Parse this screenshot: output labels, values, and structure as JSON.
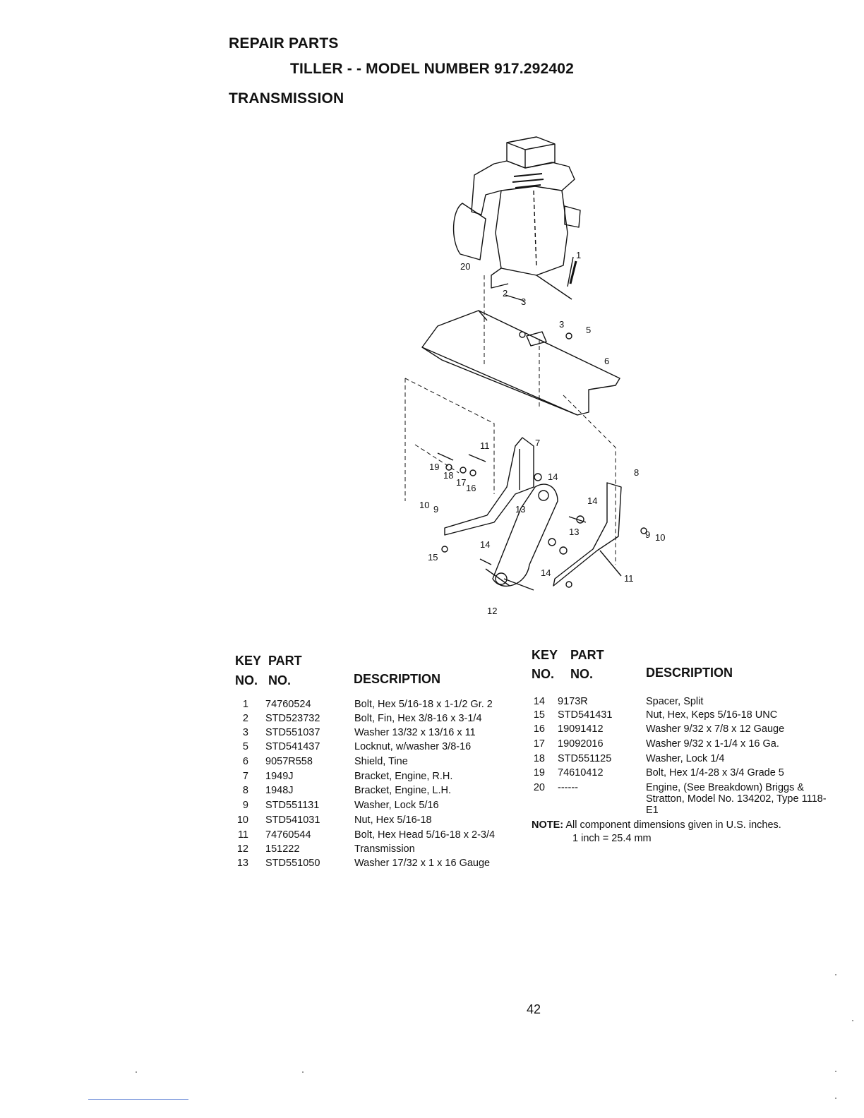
{
  "header": {
    "line1": "REPAIR PARTS",
    "line2": "TILLER - - MODEL NUMBER 917.292402",
    "line3": "TRANSMISSION"
  },
  "diagram_callouts": [
    "1",
    "2",
    "3",
    "3",
    "5",
    "6",
    "7",
    "8",
    "9",
    "10",
    "9",
    "10",
    "11",
    "11",
    "12",
    "13",
    "13",
    "14",
    "14",
    "14",
    "14",
    "15",
    "16",
    "17",
    "18",
    "19",
    "20"
  ],
  "table": {
    "key_label": "KEY",
    "part_label": "PART",
    "no_label": "NO.",
    "no2_label": "NO.",
    "desc_label": "DESCRIPTION",
    "left_rows": [
      {
        "key": "1",
        "part": "74760524",
        "desc": "Bolt, Hex 5/16-18 x 1-1/2 Gr. 2"
      },
      {
        "key": "2",
        "part": "STD523732",
        "desc": "Bolt, Fin, Hex 3/8-16 x 3-1/4"
      },
      {
        "key": "3",
        "part": "STD551037",
        "desc": "Washer 13/32 x 13/16 x 11"
      },
      {
        "key": "5",
        "part": "STD541437",
        "desc": "Locknut, w/washer 3/8-16"
      },
      {
        "key": "6",
        "part": "9057R558",
        "desc": "Shield, Tine"
      },
      {
        "key": "7",
        "part": "1949J",
        "desc": "Bracket, Engine, R.H."
      },
      {
        "key": "8",
        "part": "1948J",
        "desc": "Bracket, Engine, L.H."
      },
      {
        "key": "9",
        "part": "STD551131",
        "desc": "Washer, Lock 5/16"
      },
      {
        "key": "10",
        "part": "STD541031",
        "desc": "Nut, Hex 5/16-18"
      },
      {
        "key": "11",
        "part": "74760544",
        "desc": "Bolt, Hex Head 5/16-18 x 2-3/4"
      },
      {
        "key": "12",
        "part": "151222",
        "desc": "Transmission"
      },
      {
        "key": "13",
        "part": "STD551050",
        "desc": "Washer 17/32 x 1 x 16 Gauge"
      }
    ],
    "right_rows": [
      {
        "key": "14",
        "part": "9173R",
        "desc": "Spacer, Split"
      },
      {
        "key": "15",
        "part": "STD541431",
        "desc": "Nut, Hex, Keps 5/16-18 UNC"
      },
      {
        "key": "16",
        "part": "19091412",
        "desc": "Washer 9/32 x 7/8 x 12 Gauge"
      },
      {
        "key": "17",
        "part": "19092016",
        "desc": "Washer 9/32 x 1-1/4 x 16 Ga."
      },
      {
        "key": "18",
        "part": "STD551125",
        "desc": "Washer, Lock 1/4"
      },
      {
        "key": "19",
        "part": "74610412",
        "desc": "Bolt, Hex 1/4-28 x 3/4 Grade 5"
      },
      {
        "key": "20",
        "part": "------",
        "desc": "Engine, (See Breakdown) Briggs & Stratton, Model No. 134202, Type 1118-E1"
      }
    ]
  },
  "note": {
    "label": "NOTE:",
    "text": "All component dimensions given in U.S. inches.",
    "conversion": "1 inch = 25.4 mm"
  },
  "page_number": "42"
}
